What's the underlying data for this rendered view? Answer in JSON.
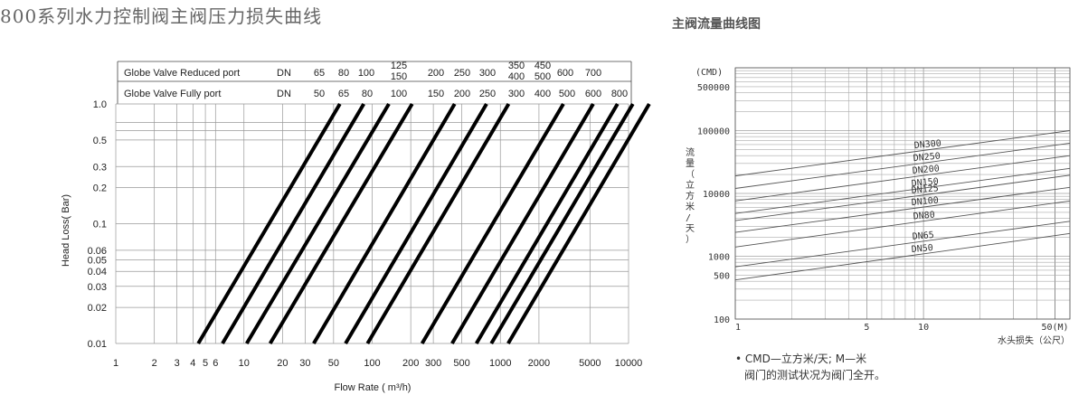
{
  "left_title": "800系列水力控制阀主阀压力损失曲线",
  "right_title": "主阀流量曲线图",
  "chart_data": [
    {
      "type": "line",
      "id": "head-loss-chart",
      "xlabel": "Flow Rate ( m³/h)",
      "ylabel": "Head Loss( Bar)",
      "x_scale": "log",
      "y_scale": "log",
      "xlim": [
        1,
        10000
      ],
      "ylim": [
        0.01,
        1.0
      ],
      "x_ticks": [
        1,
        2,
        3,
        4,
        5,
        6,
        10,
        20,
        30,
        50,
        100,
        200,
        300,
        500,
        1000,
        2000,
        5000,
        10000
      ],
      "y_ticks": [
        0.01,
        0.02,
        0.03,
        0.04,
        0.05,
        0.06,
        0.1,
        0.2,
        0.3,
        0.5,
        1.0
      ],
      "y_tick_labels": [
        "0.01",
        "0.02",
        "0.03",
        "0.04",
        "0.05",
        "0.06",
        "0.1",
        "0.2",
        "0.3",
        "0.5",
        "1.0"
      ],
      "header_rows": [
        {
          "label": "Globe Valve Reduced port",
          "unit": "DN",
          "sizes": [
            "65",
            "80",
            "100",
            "125\n150",
            "200",
            "250",
            "300",
            "350\n400",
            "450\n500",
            "600",
            "700"
          ]
        },
        {
          "label": "Globe Valve Fully port",
          "unit": "DN",
          "sizes": [
            "50",
            "65",
            "80",
            "100",
            "150",
            "200",
            "250",
            "300",
            "400",
            "500",
            "600",
            "800"
          ]
        }
      ],
      "series": [
        {
          "x": [
            4.4,
            56
          ],
          "y": [
            0.01,
            1.0
          ]
        },
        {
          "x": [
            6.8,
            86
          ],
          "y": [
            0.01,
            1.0
          ]
        },
        {
          "x": [
            10.5,
            135
          ],
          "y": [
            0.01,
            1.0
          ]
        },
        {
          "x": [
            16,
            205
          ],
          "y": [
            0.01,
            1.0
          ]
        },
        {
          "x": [
            35,
            440
          ],
          "y": [
            0.01,
            1.0
          ]
        },
        {
          "x": [
            62,
            780
          ],
          "y": [
            0.01,
            1.0
          ]
        },
        {
          "x": [
            92,
            1160
          ],
          "y": [
            0.01,
            1.0
          ]
        },
        {
          "x": [
            245,
            3100
          ],
          "y": [
            0.01,
            1.0
          ]
        },
        {
          "x": [
            420,
            5300
          ],
          "y": [
            0.01,
            1.0
          ]
        },
        {
          "x": [
            650,
            8200
          ],
          "y": [
            0.01,
            1.0
          ]
        },
        {
          "x": [
            850,
            10800
          ],
          "y": [
            0.01,
            1.0
          ]
        },
        {
          "x": [
            1150,
            14500
          ],
          "y": [
            0.01,
            1.0
          ]
        }
      ]
    },
    {
      "type": "line",
      "id": "flow-chart",
      "title": "主阀流量曲线图",
      "xlabel": "水头损失（公尺）",
      "ylabel": "流量（立方米/天）",
      "y_unit": "(CMD)",
      "x_scale": "log",
      "y_scale": "log",
      "xlim": [
        1,
        60
      ],
      "ylim": [
        100,
        1000000
      ],
      "x_tick_labels": [
        {
          "x": 1,
          "label": "1"
        },
        {
          "x": 5,
          "label": "5"
        },
        {
          "x": 10,
          "label": "10"
        },
        {
          "x": 50,
          "label": "50(M)"
        }
      ],
      "y_tick_labels": [
        {
          "y": 100,
          "label": "100"
        },
        {
          "y": 500,
          "label": "500"
        },
        {
          "y": 1000,
          "label": "1000"
        },
        {
          "y": 10000,
          "label": "10000"
        },
        {
          "y": 100000,
          "label": "100000"
        },
        {
          "y": 500000,
          "label": "500000"
        }
      ],
      "series": [
        {
          "name": "DN300",
          "x": [
            1,
            60
          ],
          "y": [
            19000,
            100000
          ]
        },
        {
          "name": "DN250",
          "x": [
            1,
            60
          ],
          "y": [
            12000,
            63000
          ]
        },
        {
          "name": "DN200",
          "x": [
            1,
            60
          ],
          "y": [
            7600,
            40000
          ]
        },
        {
          "name": "DN150",
          "x": [
            1,
            60
          ],
          "y": [
            4800,
            25000
          ]
        },
        {
          "name": "DN125",
          "x": [
            1,
            60
          ],
          "y": [
            3700,
            19500
          ]
        },
        {
          "name": "DN100",
          "x": [
            1,
            60
          ],
          "y": [
            2400,
            12500
          ]
        },
        {
          "name": "DN80",
          "x": [
            1,
            60
          ],
          "y": [
            1400,
            7600
          ]
        },
        {
          "name": "DN65",
          "x": [
            1,
            60
          ],
          "y": [
            680,
            3600
          ]
        },
        {
          "name": "DN50",
          "x": [
            1,
            60
          ],
          "y": [
            420,
            2300
          ]
        }
      ]
    }
  ],
  "notes": {
    "line1": "• CMD—立方米/天; M—米",
    "line2": "阀门的测试状况为阀门全开。"
  }
}
